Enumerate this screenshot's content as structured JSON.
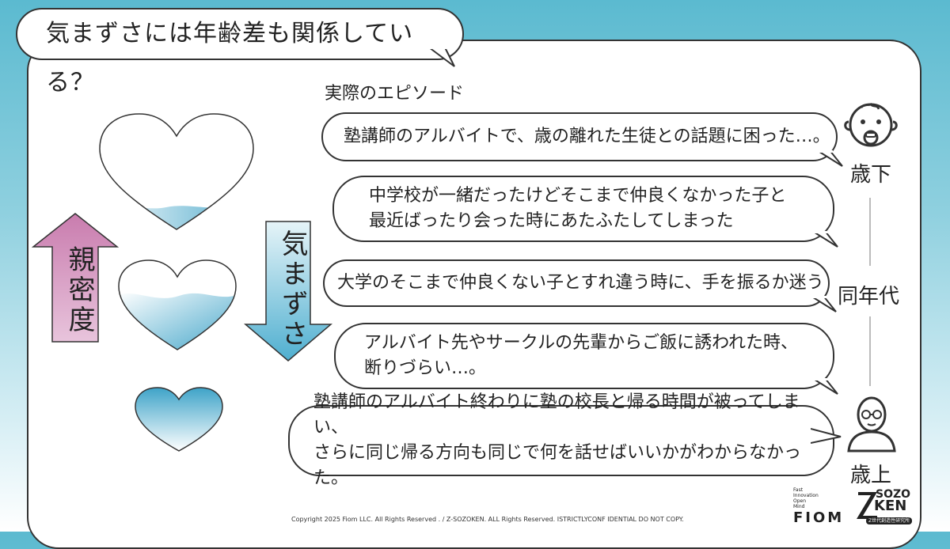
{
  "title": "気まずさには年齢差も関係している？",
  "section_label": "実際のエピソード",
  "episodes": [
    {
      "text": "塾講師のアルバイトで、歳の離れた生徒との話題に困った…。"
    },
    {
      "text": "中学校が一緒だったけどそこまで仲良くなかった子と\n最近ばったり会った時にあたふたしてしまった"
    },
    {
      "text": "大学のそこまで仲良くない子とすれ違う時に、手を振るか迷う"
    },
    {
      "text": "アルバイト先やサークルの先輩からご飯に誘われた時、\n断りづらい…。"
    },
    {
      "text": "塾講師のアルバイト終わりに塾の校長と帰る時間が被ってしまい、\nさらに同じ帰る方向も同じで何を話せばいいかがわからなかった。"
    }
  ],
  "age_labels": {
    "younger": "歳下",
    "same": "同年代",
    "older": "歳上"
  },
  "arrows": {
    "intimacy": "親密度",
    "awkwardness": "気まずさ"
  },
  "icons": {
    "younger": "baby-icon",
    "older": "elderly-man-icon"
  },
  "colors": {
    "bg_top": "#5bbad0",
    "arrow_up": "#c787b0",
    "arrow_down": "#6bbfd6",
    "water": "#5fb4d2"
  },
  "footer": {
    "copyright": "Copyright 2025 Fiom LLC. All Rights Reserved . / Z-SOZOKEN. ALL Rights Reserved. ISTRICTLYCONF IDENTIAL DO NOT COPY.",
    "fiom_tagline": [
      "Fast",
      "Innovation",
      "Open",
      "Mind"
    ],
    "fiom_logo": "FIOM",
    "zsozo_top": "SOZO",
    "zsozo_bottom": "KEN",
    "zsozo_sub": "Z世代創造性研究所"
  }
}
